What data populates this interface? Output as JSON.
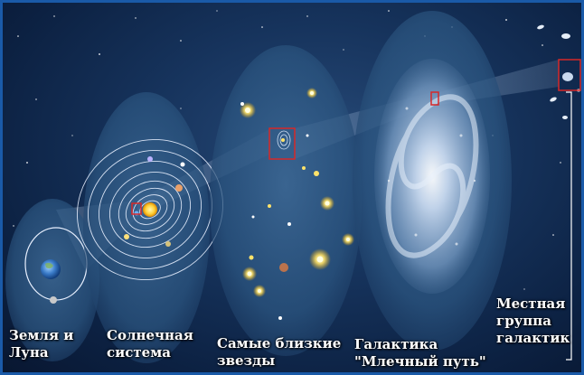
{
  "labels": {
    "earth_moon": [
      "Земля и",
      "Луна"
    ],
    "solar_system": [
      "Солнечная",
      "система"
    ],
    "nearest_stars": [
      "Самые близкие",
      "звезды"
    ],
    "milky_way": [
      "Галактика",
      "\"Млечный путь\""
    ],
    "local_group": [
      "Местная",
      "группа",
      "галактик"
    ]
  },
  "colors": {
    "highlight_box": "#d62828",
    "frame": "#1a5aa8"
  }
}
